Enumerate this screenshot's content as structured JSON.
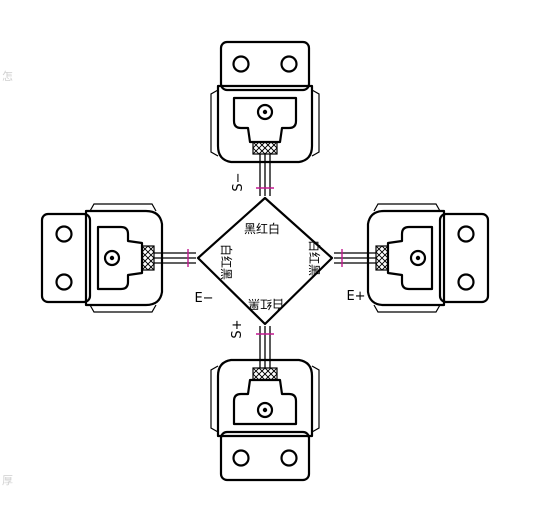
{
  "center_labels": {
    "top": "黑红白",
    "left": "白红黑",
    "right": "白红黑",
    "bottom": "白红黑"
  },
  "terminals": {
    "top": "S−",
    "left": "E−",
    "right": "E+",
    "bottom": "S+"
  },
  "colors": {
    "line": "#000000",
    "terminal_tick": "#c2188f"
  }
}
